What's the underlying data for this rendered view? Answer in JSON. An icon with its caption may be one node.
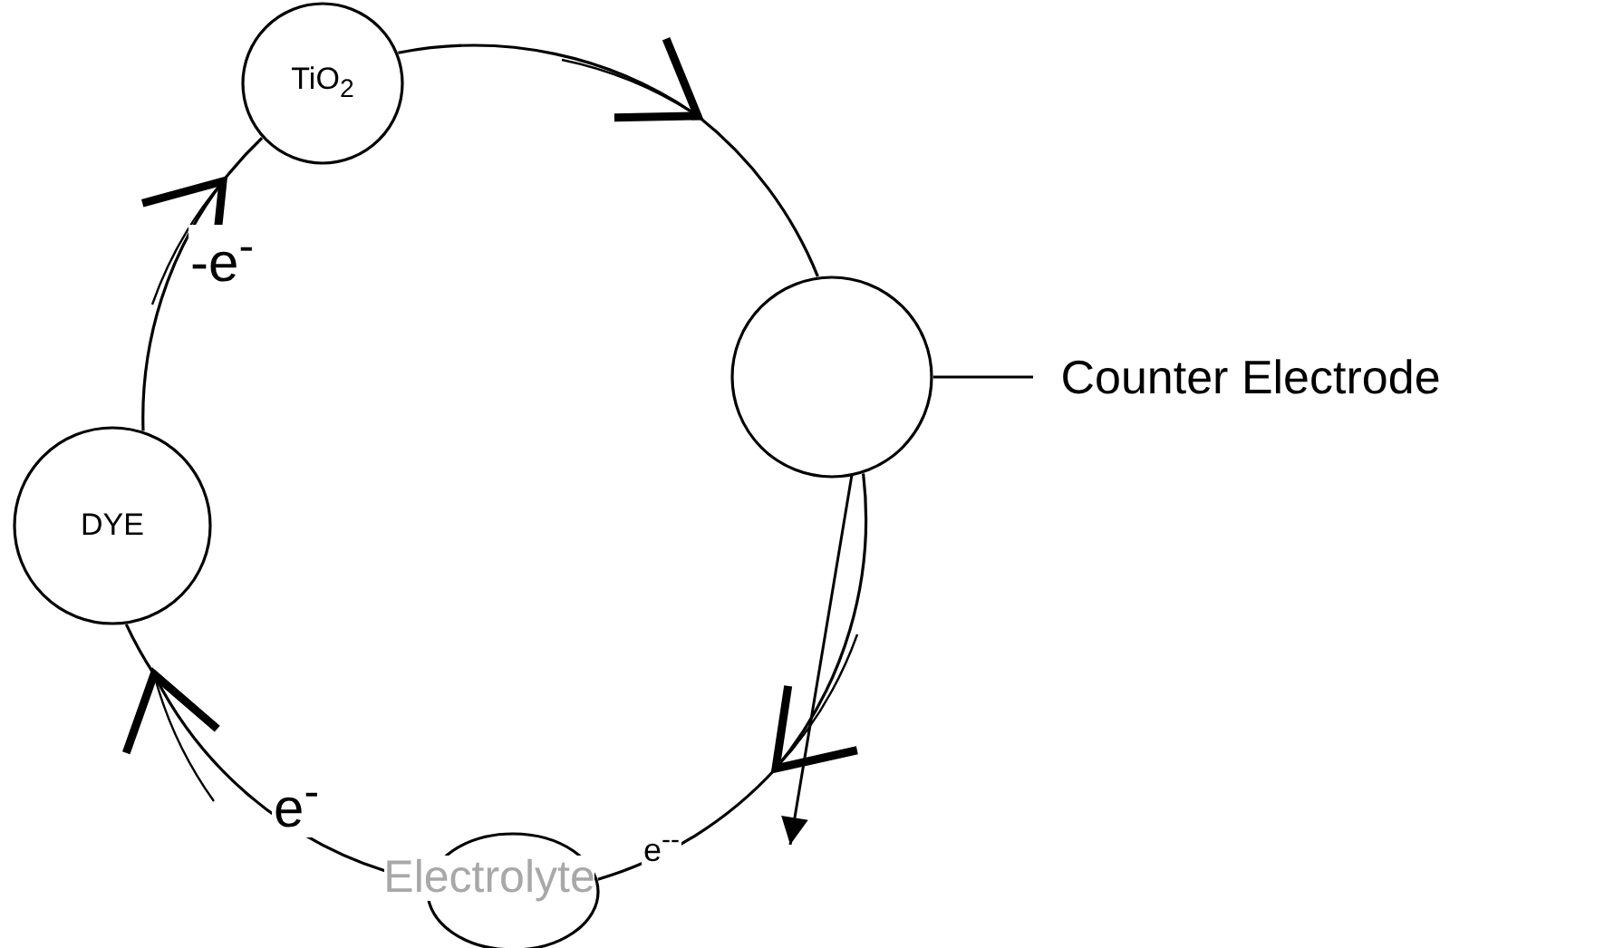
{
  "diagram": {
    "nodes": [
      {
        "text": [
          "TiO$_{2}$"
        ]
      },
      {
        "text": [],
        "shape": "circle"
      },
      {
        "text": [
          "Counter Electrode"
        ]
      },
      {
        "text": [
          "DYE"
        ]
      },
      {
        "text": [
          "Electrolyte"
        ]
      }
    ],
    "edges": [
      {
        "from": 0,
        "to": 1,
        "arrow": "none"
      },
      {
        "from": 1,
        "to": 4,
        "arrow": "none",
        "label": "e$^{--}$"
      },
      {
        "from": 4,
        "to": 3,
        "arrow": "none",
        "label": "e$^{-}$"
      },
      {
        "from": 3,
        "to": 0,
        "arrow": "none",
        "label": "-e$^{-}$"
      },
      {
        "from": 2,
        "to": 1,
        "arrow": "none"
      }
    ]
  }
}
